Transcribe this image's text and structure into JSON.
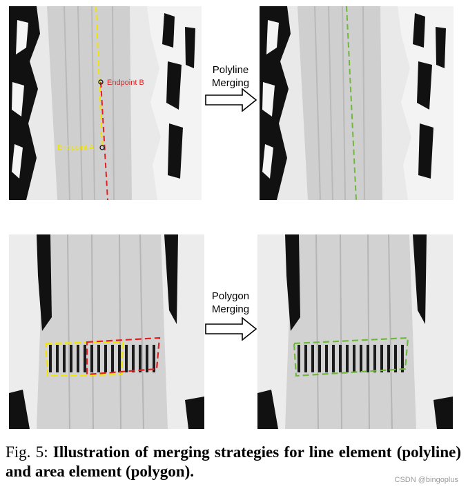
{
  "panels": {
    "top_left": {
      "endpoint_b_label": "Endpoint B",
      "endpoint_a_label": "Endpoint A"
    }
  },
  "arrows": {
    "polyline": {
      "line1": "Polyline",
      "line2": "Merging"
    },
    "polygon": {
      "line1": "Polygon",
      "line2": "Merging"
    }
  },
  "caption": {
    "prefix": "Fig. 5: ",
    "bold_text": "Illustration of merging strategies for line element (polyline) and area element (polygon)."
  },
  "watermark": "CSDN @bingoplus",
  "colors": {
    "yellow": "#f2e600",
    "red": "#e02020",
    "green": "#6fb83a",
    "road": "#d8d8d8",
    "vegetation": "#0d0d0d"
  }
}
